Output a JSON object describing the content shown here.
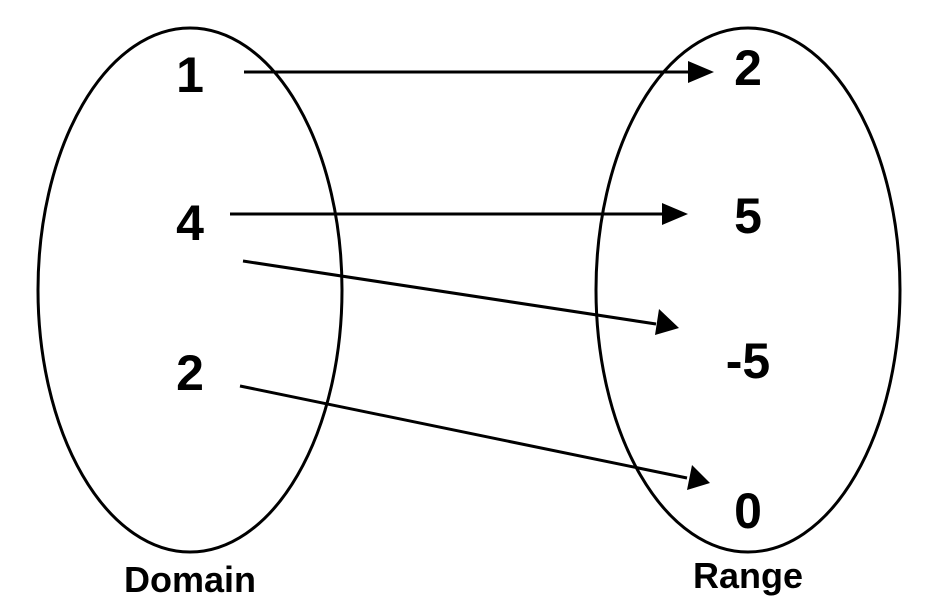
{
  "domain": {
    "caption": "Domain",
    "values": [
      "1",
      "4",
      "2"
    ]
  },
  "range": {
    "caption": "Range",
    "values": [
      "2",
      "5",
      "-5",
      "0"
    ]
  },
  "mappings": [
    {
      "from": "1",
      "to": "2"
    },
    {
      "from": "4",
      "to": "5"
    },
    {
      "from": "4",
      "to": "-5"
    },
    {
      "from": "2",
      "to": "0"
    }
  ],
  "colors": {
    "ink": "#000000",
    "background": "#ffffff"
  }
}
